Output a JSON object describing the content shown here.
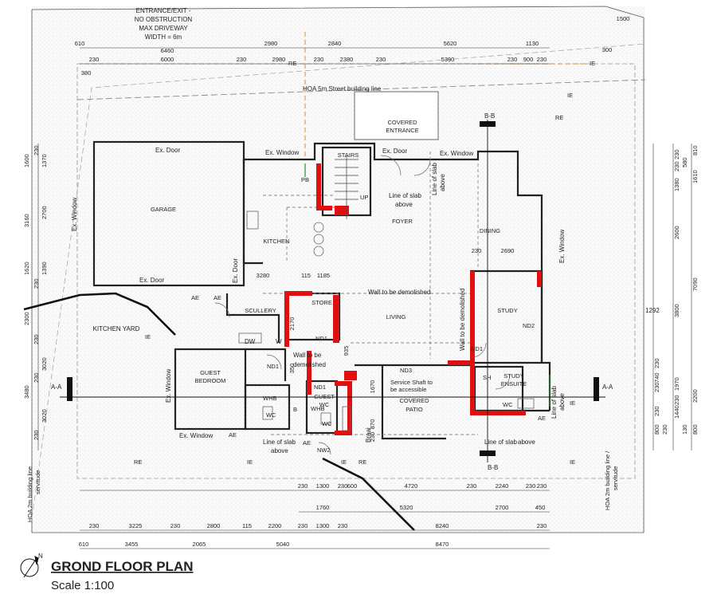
{
  "title": "GROND FLOOR PLAN",
  "scale": "Scale 1:100",
  "north_symbol": "N",
  "colors": {
    "demolish": "#e01010",
    "wall": "#222222",
    "dashed": "#8a8a8a",
    "hatch": "#bdbdbd",
    "orange": "#d98b3a",
    "green": "#2e8b2e"
  },
  "entrance_note": [
    "ENTRANCE/EXIT -",
    "NO OBSTRUCTION",
    "MAX DRIVEWAY",
    "WIDTH = 6m"
  ],
  "street_line": "HOA 5m Street building line",
  "side_line_left": [
    "HOA 2m building line",
    "servitude"
  ],
  "side_line_right": [
    "HOA 2m building line /",
    "servitude"
  ],
  "rooms": {
    "garage": "GARAGE",
    "kitchen": "KITCHEN",
    "scullery": "SCULLERY",
    "store": "STORE",
    "foyer": "FOYER",
    "dining": "DINING",
    "living": "LIVING",
    "study": "STUDY",
    "guest_bedroom": [
      "GUEST",
      "BEDROOM"
    ],
    "covered_entrance": [
      "COVERED",
      "ENTRANCE"
    ],
    "covered_patio": [
      "COVERED",
      "PATIO"
    ],
    "study_ensuite": [
      "STUDY",
      "ENSUITE"
    ],
    "guest_wc": [
      "GUEST",
      "WC"
    ],
    "kitchen_yard": "KITCHEN YARD",
    "stairs": "STAIRS"
  },
  "labels": {
    "ex_door": "Ex. Door",
    "ex_window": "Ex. Window",
    "wall_demolish": "Wall to be demolished",
    "wall_demolish_short": [
      "Wall to be",
      "demolished"
    ],
    "line_slab": [
      "Line of slab",
      "above"
    ],
    "service_shaft": [
      "Service Shaft to",
      "be accessible"
    ],
    "braai": "Braai",
    "wc": "WC",
    "whb": "WHB",
    "sh": "SH",
    "dw": "DW",
    "w": "W",
    "b": "B",
    "pb": "PB",
    "up": "UP",
    "ae": "AE",
    "re": "RE",
    "ie": "IE",
    "nd1": "ND1",
    "nd2": "ND2",
    "nd3": "ND3",
    "nw2": "NW2",
    "section_a": "A-A",
    "section_b": "B-B",
    "dim_1292": "1292"
  },
  "dims": {
    "top_row1": [
      "610",
      "2980",
      "2840",
      "5620",
      "1130"
    ],
    "top_total": "6460",
    "top_row2": [
      "230",
      "6000",
      "230",
      "2980",
      "230",
      "2380",
      "230",
      "5390",
      "230",
      "900",
      "230"
    ],
    "top_380": "380",
    "top_1500": "1500",
    "top_300": "300",
    "inner_230": "230",
    "inner_2690": "2690",
    "inner_3280": "3280",
    "inner_115": "115",
    "inner_1185": "1185",
    "inner_2170": "2170",
    "inner_350": "350",
    "inner_935": "935",
    "inner_1670": "1670",
    "inner_870": "870",
    "inner_230b": "230",
    "left": [
      "1600",
      "230",
      "1370",
      "3160",
      "2700",
      "1620",
      "1390",
      "230",
      "2300",
      "230",
      "3020",
      "230",
      "3480",
      "3020",
      "230"
    ],
    "right_outer": [
      "810",
      "1610",
      "7090",
      "2200",
      "800"
    ],
    "right_mid": [
      "230",
      "580",
      "230",
      "1380",
      "2600",
      "3800",
      "1970",
      "230",
      "1440",
      "130"
    ],
    "right_inner": [
      "230",
      "740",
      "230",
      "230",
      "800",
      "230"
    ],
    "bot_row1": [
      "230",
      "1300",
      "230",
      "600",
      "4720",
      "230",
      "2240",
      "230",
      "230"
    ],
    "bot_row2": [
      "1760",
      "5320",
      "2700",
      "450"
    ],
    "bot_row3": [
      "230",
      "3225",
      "230",
      "2800",
      "115",
      "2200",
      "230",
      "1300",
      "230",
      "8240",
      "230"
    ],
    "bot_row4": [
      "610",
      "3455",
      "2065",
      "5040",
      "8470"
    ]
  }
}
